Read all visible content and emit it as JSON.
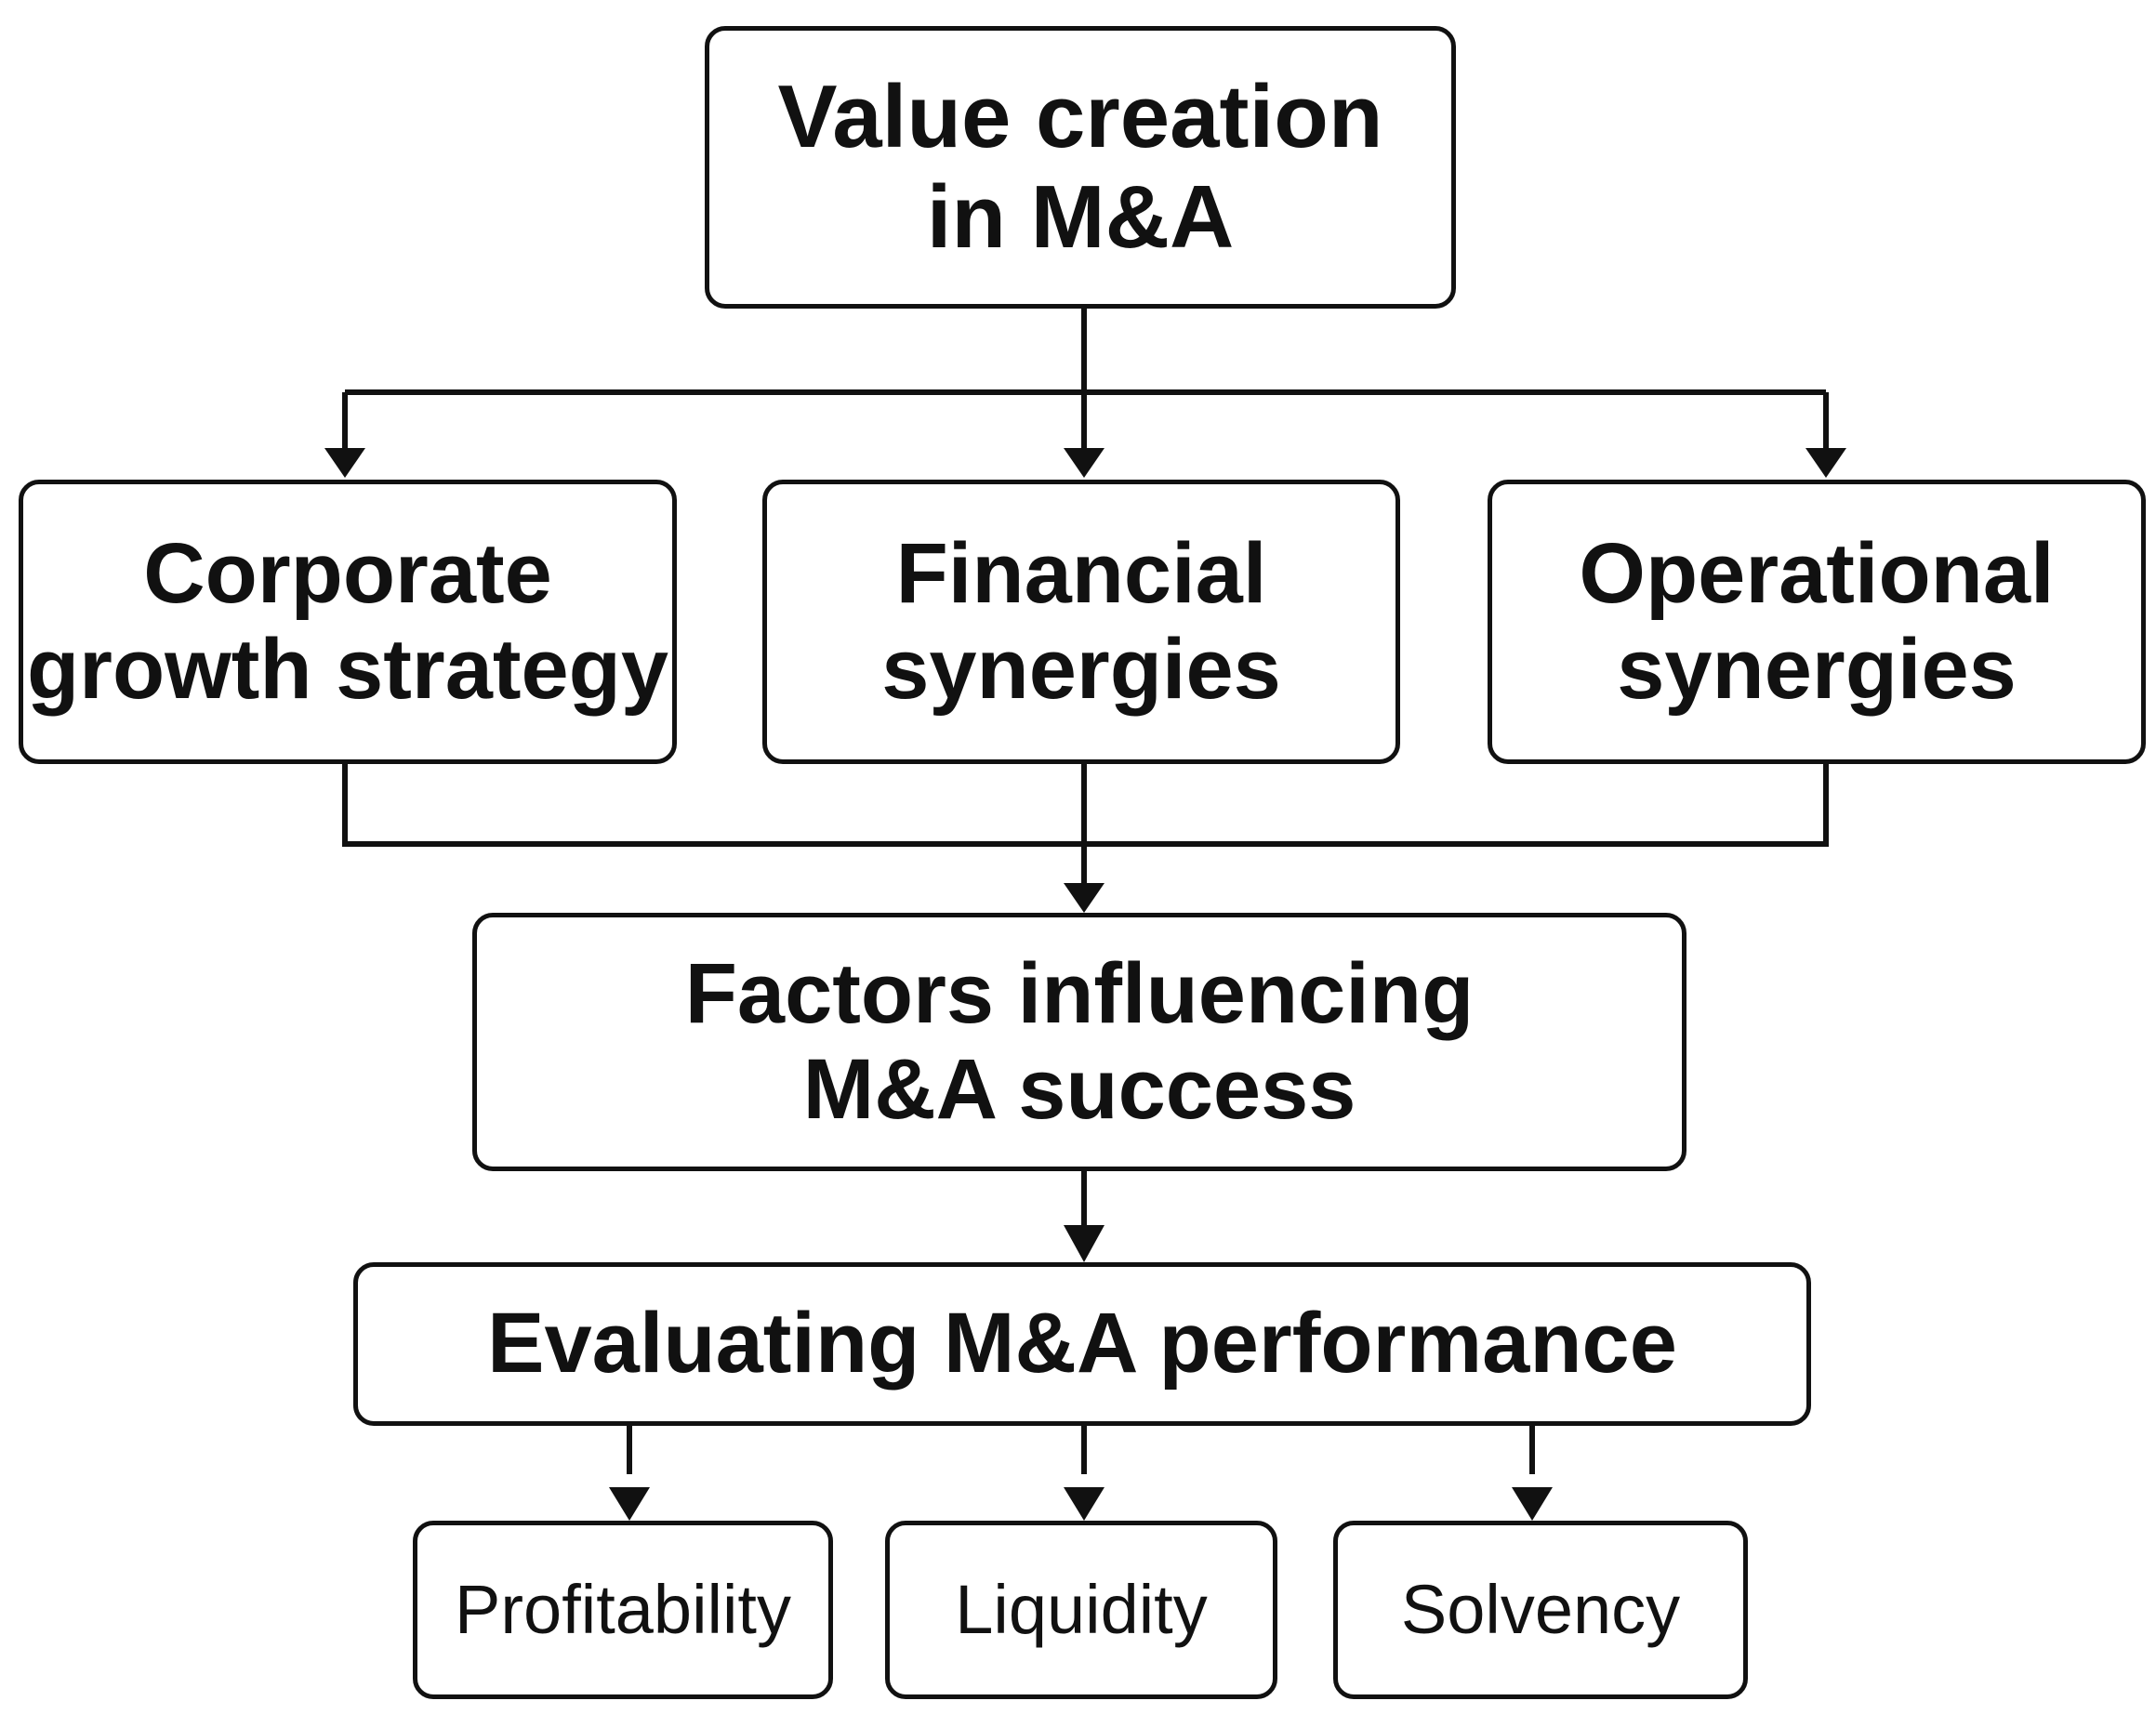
{
  "diagram": {
    "root": {
      "line1": "Value creation",
      "line2": "in M&A"
    },
    "drivers": [
      {
        "line1": "Corporate",
        "line2": "growth strategy"
      },
      {
        "line1": "Financial",
        "line2": "synergies"
      },
      {
        "line1": "Operational",
        "line2": "synergies"
      }
    ],
    "factors": {
      "line1": "Factors influencing",
      "line2": "M&A success"
    },
    "evaluation": {
      "label": "Evaluating M&A performance"
    },
    "metrics": [
      "Profitability",
      "Liquidity",
      "Solvency"
    ]
  },
  "colors": {
    "stroke": "#111111",
    "fill": "#ffffff",
    "text": "#111111"
  }
}
